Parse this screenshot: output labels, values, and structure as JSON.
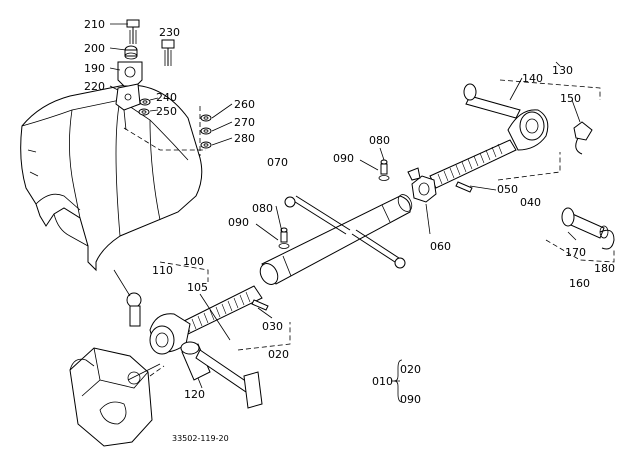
{
  "figure_number": "33502-119-20",
  "parts": [
    {
      "id": "p210",
      "code": "210"
    },
    {
      "id": "p230",
      "code": "230"
    },
    {
      "id": "p200",
      "code": "200"
    },
    {
      "id": "p190",
      "code": "190"
    },
    {
      "id": "p220",
      "code": "220"
    },
    {
      "id": "p240",
      "code": "240"
    },
    {
      "id": "p250",
      "code": "250"
    },
    {
      "id": "p260",
      "code": "260"
    },
    {
      "id": "p270",
      "code": "270"
    },
    {
      "id": "p280",
      "code": "280"
    },
    {
      "id": "p130",
      "code": "130"
    },
    {
      "id": "p140",
      "code": "140"
    },
    {
      "id": "p150",
      "code": "150"
    },
    {
      "id": "p080a",
      "code": "080"
    },
    {
      "id": "p090a",
      "code": "090"
    },
    {
      "id": "p070",
      "code": "070"
    },
    {
      "id": "p050",
      "code": "050"
    },
    {
      "id": "p040",
      "code": "040"
    },
    {
      "id": "p080b",
      "code": "080"
    },
    {
      "id": "p090b",
      "code": "090"
    },
    {
      "id": "p060",
      "code": "060"
    },
    {
      "id": "p170",
      "code": "170"
    },
    {
      "id": "p180",
      "code": "180"
    },
    {
      "id": "p160",
      "code": "160"
    },
    {
      "id": "p100",
      "code": "100"
    },
    {
      "id": "p110",
      "code": "110"
    },
    {
      "id": "p105",
      "code": "105"
    },
    {
      "id": "p030",
      "code": "030"
    },
    {
      "id": "p020a",
      "code": "020"
    },
    {
      "id": "p120",
      "code": "120"
    }
  ],
  "assembly_key": {
    "parent": "010",
    "children": [
      "020",
      "090"
    ]
  }
}
